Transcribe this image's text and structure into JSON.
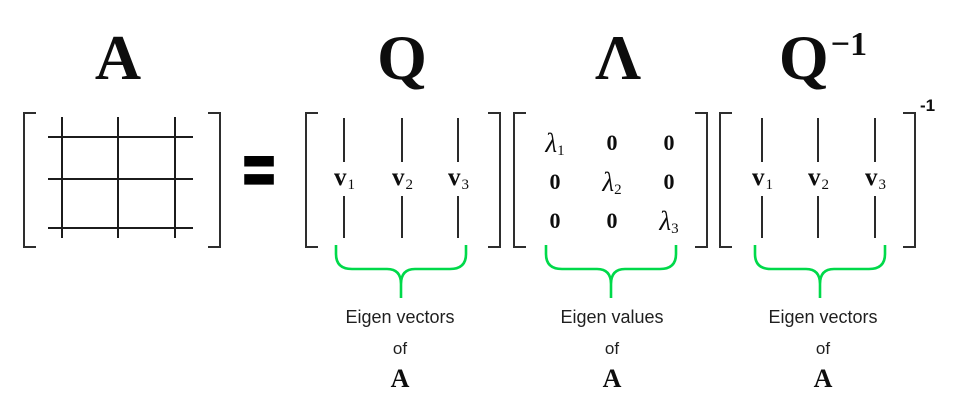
{
  "diagram": {
    "title_labels": {
      "a": "A",
      "q": "Q",
      "lambda": "Λ",
      "qinv_base": "Q",
      "qinv_exp": "−1"
    },
    "equals": "=",
    "matrix_q": {
      "columns": [
        {
          "base": "v",
          "sub": "1"
        },
        {
          "base": "v",
          "sub": "2"
        },
        {
          "base": "v",
          "sub": "3"
        }
      ]
    },
    "matrix_lambda": {
      "cells": [
        {
          "base": "λ",
          "sub": "1"
        },
        {
          "base": "0",
          "sub": ""
        },
        {
          "base": "0",
          "sub": ""
        },
        {
          "base": "0",
          "sub": ""
        },
        {
          "base": "λ",
          "sub": "2"
        },
        {
          "base": "0",
          "sub": ""
        },
        {
          "base": "0",
          "sub": ""
        },
        {
          "base": "0",
          "sub": ""
        },
        {
          "base": "λ",
          "sub": "3"
        }
      ]
    },
    "matrix_qinv": {
      "exponent": "-1",
      "columns": [
        {
          "base": "v",
          "sub": "1"
        },
        {
          "base": "v",
          "sub": "2"
        },
        {
          "base": "v",
          "sub": "3"
        }
      ]
    },
    "annotations": [
      {
        "line1": "Eigen vectors",
        "line2": "of",
        "line3": "A"
      },
      {
        "line1": "Eigen values",
        "line2": "of",
        "line3": "A"
      },
      {
        "line1": "Eigen vectors",
        "line2": "of",
        "line3": "A"
      }
    ],
    "colors": {
      "brace_green": "#00d94a",
      "ink": "#0d0d0d"
    }
  }
}
